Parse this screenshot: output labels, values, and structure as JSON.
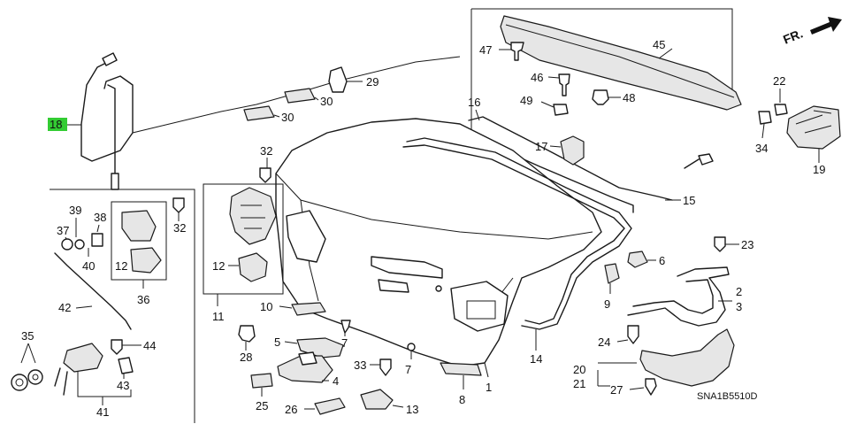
{
  "diagram_code": "SNA1B5510D",
  "direction_label": "FR.",
  "highlighted_callout": "18",
  "highlight_color": "#33cc33",
  "callouts": {
    "c1": "1",
    "c2": "2",
    "c3": "3",
    "c4": "4",
    "c5": "5",
    "c6": "6",
    "c7a": "7",
    "c7b": "7",
    "c8": "8",
    "c9": "9",
    "c10": "10",
    "c11": "11",
    "c12a": "12",
    "c12b": "12",
    "c13": "13",
    "c14": "14",
    "c15": "15",
    "c16": "16",
    "c17": "17",
    "c18": "18",
    "c19": "19",
    "c20": "20",
    "c21": "21",
    "c22": "22",
    "c23": "23",
    "c24": "24",
    "c25": "25",
    "c26": "26",
    "c27": "27",
    "c28": "28",
    "c29": "29",
    "c30a": "30",
    "c30b": "30",
    "c32a": "32",
    "c32b": "32",
    "c33": "33",
    "c34": "34",
    "c35": "35",
    "c36": "36",
    "c37": "37",
    "c38": "38",
    "c39": "39",
    "c40": "40",
    "c41": "41",
    "c42": "42",
    "c43": "43",
    "c44": "44",
    "c45": "45",
    "c46": "46",
    "c47": "47",
    "c48": "48",
    "c49": "49"
  }
}
